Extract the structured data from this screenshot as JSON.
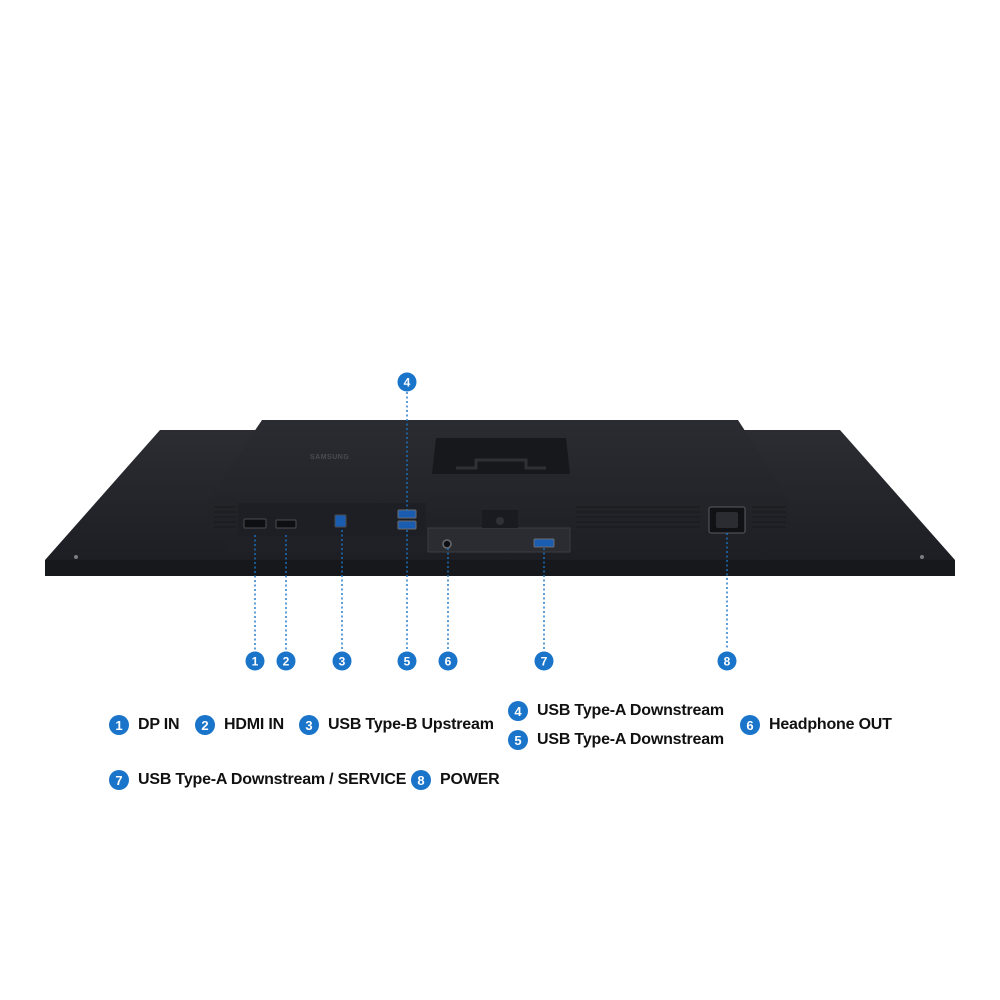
{
  "accent_color": "#1a74c9",
  "product": {
    "brand_text": "SAMSUNG",
    "name": "monitor rear panel"
  },
  "callouts": [
    {
      "num": "1",
      "label": "DP IN"
    },
    {
      "num": "2",
      "label": "HDMI IN"
    },
    {
      "num": "3",
      "label": "USB Type-B Upstream"
    },
    {
      "num": "4",
      "label": "USB Type-A Downstream"
    },
    {
      "num": "5",
      "label": "USB Type-A Downstream"
    },
    {
      "num": "6",
      "label": "Headphone OUT"
    },
    {
      "num": "7",
      "label": "USB Type-A Downstream / SERVICE"
    },
    {
      "num": "8",
      "label": "POWER"
    }
  ]
}
